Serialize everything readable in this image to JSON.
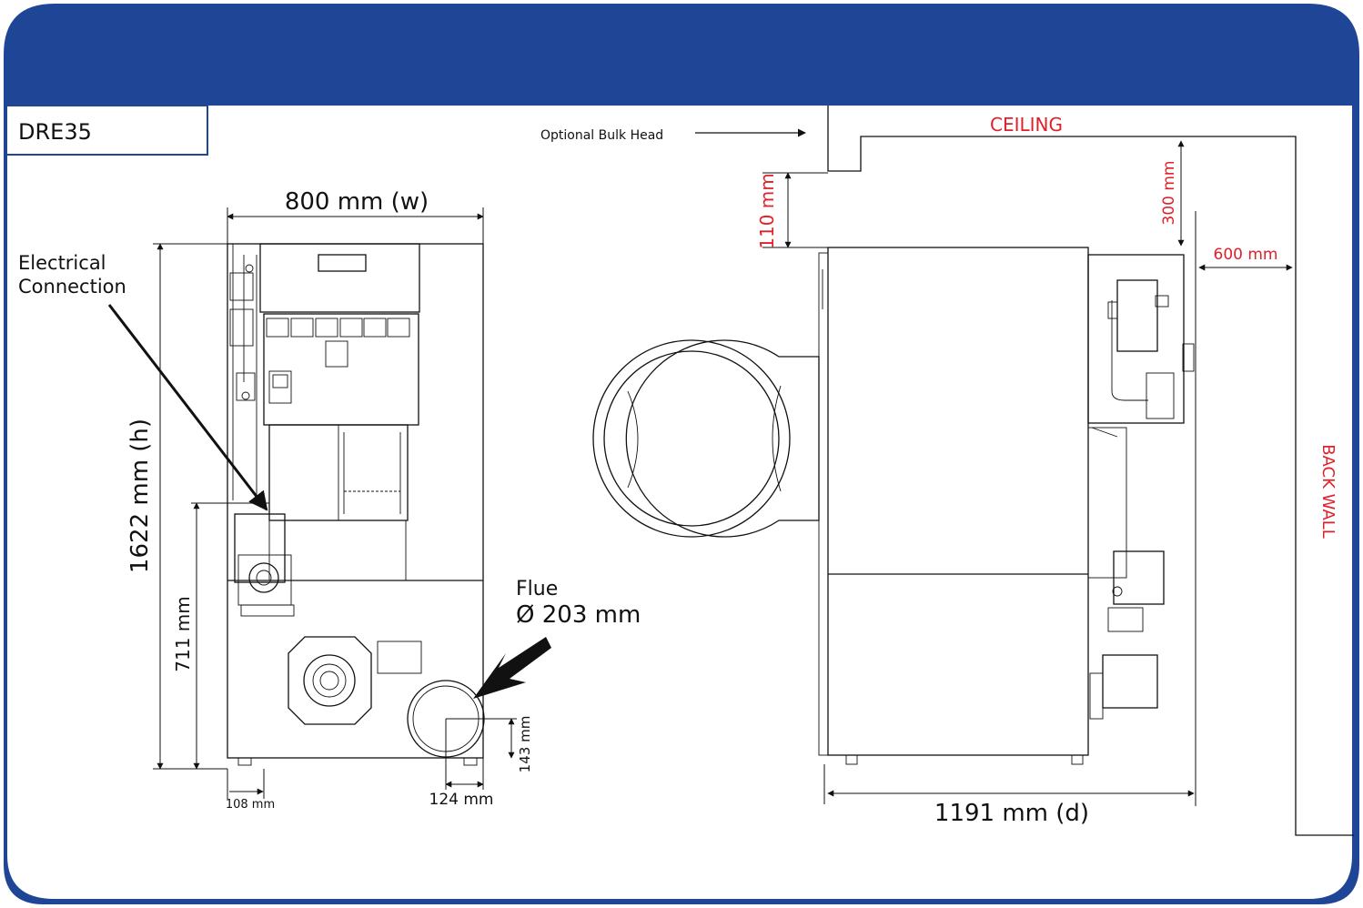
{
  "model_label": "DRE35",
  "callouts": {
    "bulkhead": "Optional Bulk Head",
    "electrical_line1": "Electrical",
    "electrical_line2": "Connection",
    "flue_line1": "Flue",
    "flue_line2": "Ø 203 mm"
  },
  "front_view": {
    "width_dim": "800 mm (w)",
    "height_dim": "1622 mm (h)",
    "flue_height_dim": "711 mm",
    "foot_offset_dim": "108 mm",
    "flue_offset_x_dim": "124 mm",
    "flue_offset_y_dim": "143 mm"
  },
  "side_view": {
    "ceiling_label": "CEILING",
    "back_wall_label": "BACK WALL",
    "top_clearance_dim": "110 mm",
    "ceiling_clearance_dim": "300 mm",
    "rear_clearance_dim": "600 mm",
    "depth_dim": "1191 mm (d)"
  },
  "colors": {
    "frame_blue": "#1f4596",
    "accent_red": "#e0202a",
    "line_black": "#111111"
  }
}
